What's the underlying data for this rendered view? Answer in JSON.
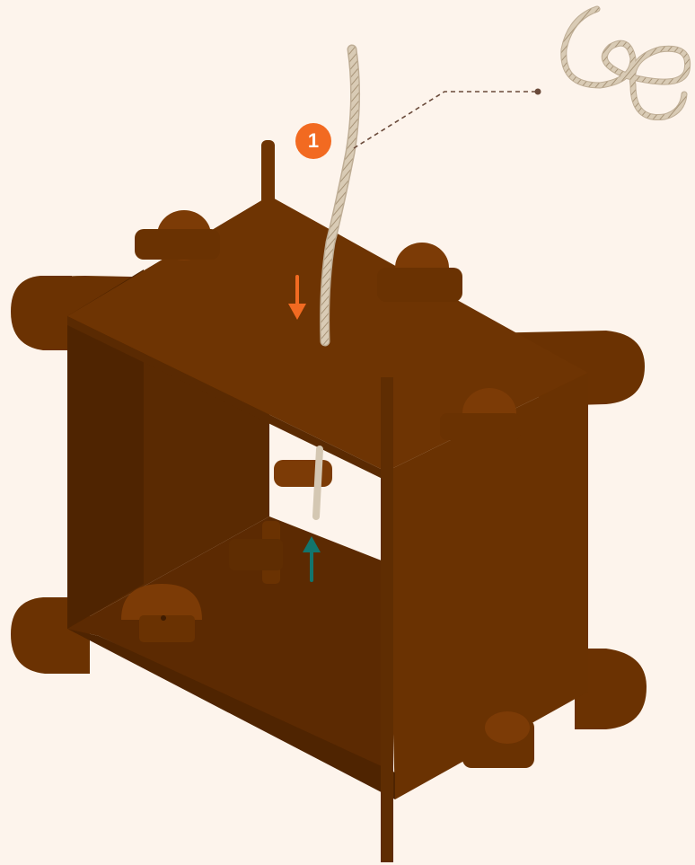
{
  "diagram": {
    "steps": [
      {
        "number": "1"
      }
    ],
    "callouts": [
      {
        "icon": "rope-coil-icon"
      }
    ],
    "arrows": [
      {
        "direction": "down",
        "color": "#f26a21"
      },
      {
        "direction": "up",
        "color": "#13756d"
      }
    ]
  },
  "colors": {
    "background": "#fdf4ec",
    "wood": "#6b3202",
    "wood_dark": "#4f2401",
    "wood_light": "#7c3b06",
    "rope": "#d9cbb5",
    "accent_orange": "#f26a21",
    "accent_teal": "#13756d",
    "leader_line": "#6a4a3a"
  }
}
